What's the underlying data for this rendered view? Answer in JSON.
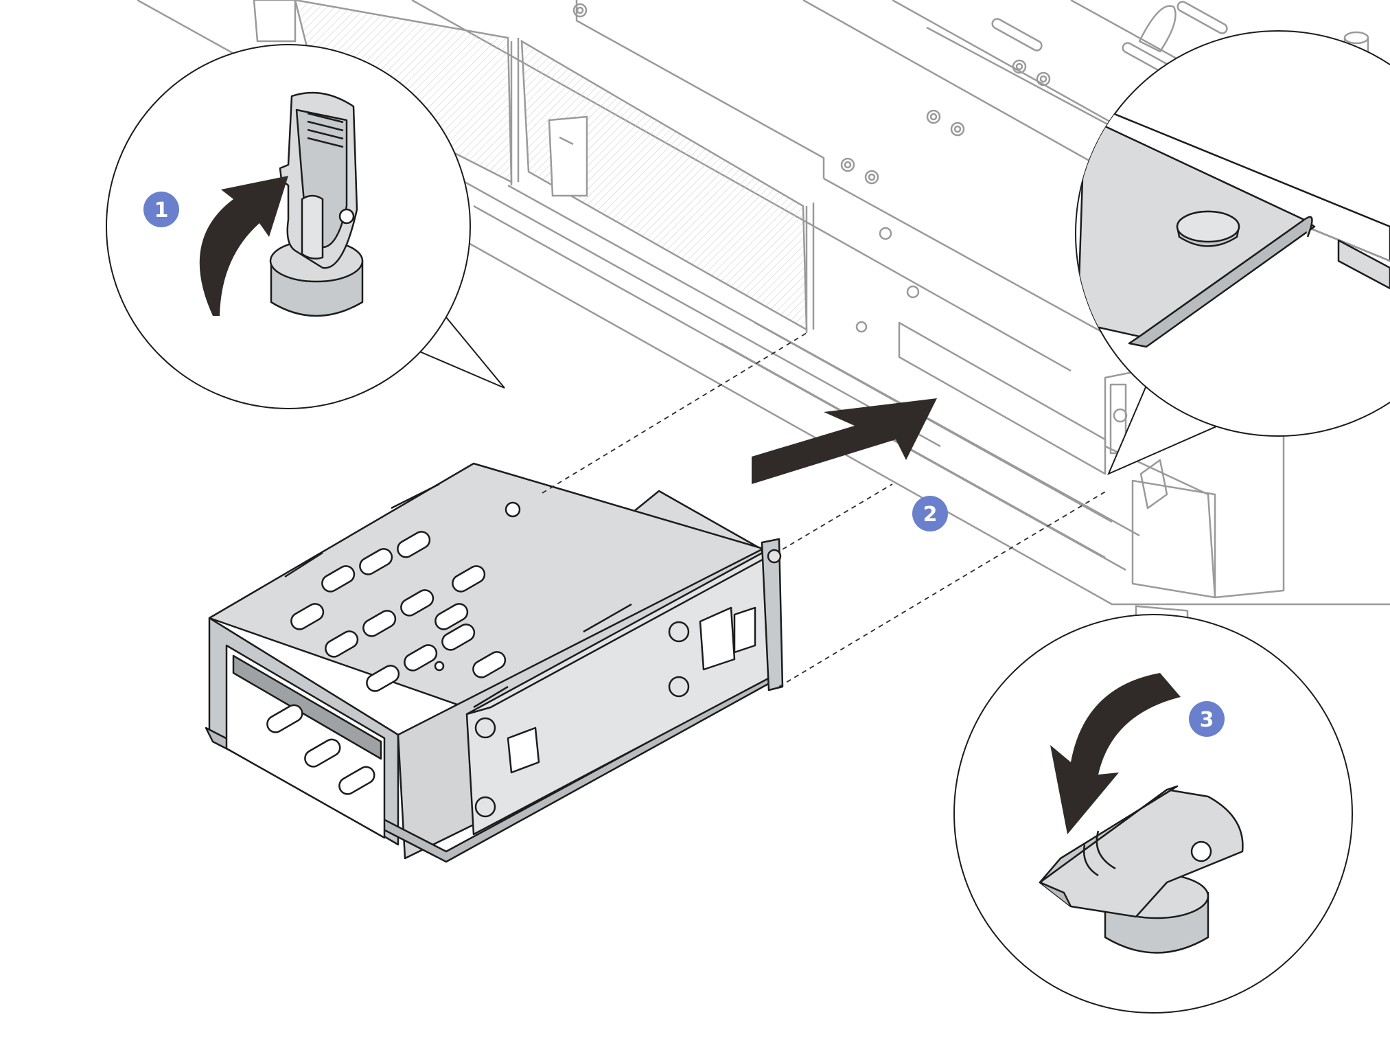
{
  "steps": [
    {
      "number": "1",
      "action": "rotate-latch-up"
    },
    {
      "number": "2",
      "action": "slide-cage-into-chassis"
    },
    {
      "number": "3",
      "action": "rotate-latch-down"
    }
  ],
  "colors": {
    "step_badge": "#6a80cc",
    "arrow": "#302a28",
    "metal": "#d9dbdc",
    "metal_dark": "#b9bcbe",
    "line": "#1c1c1c",
    "chassis_line": "#9a9a9a",
    "background": "#ffffff"
  },
  "icons": {
    "step_badge": "numbered-circle-icon",
    "callout": "magnifier-callout-icon",
    "motion_arrow": "curved-arrow-icon",
    "insert_arrow": "straight-arrow-icon"
  }
}
